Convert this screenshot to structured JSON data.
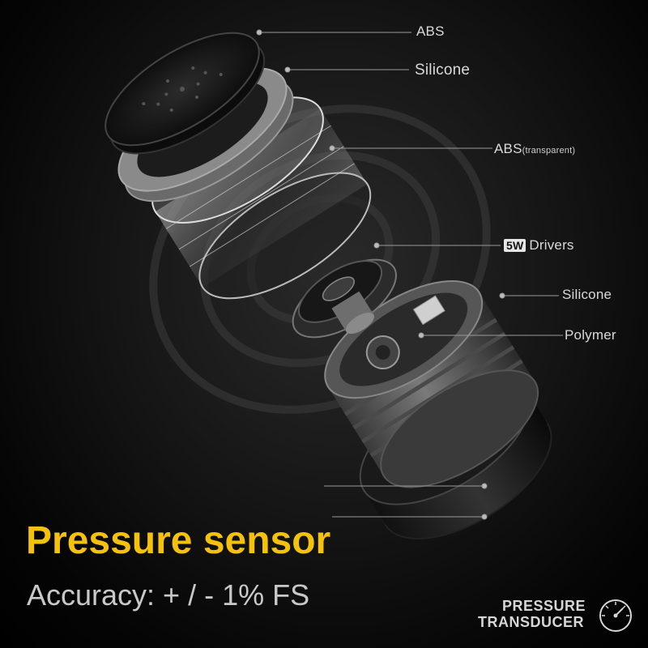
{
  "labels": {
    "abs": "ABS",
    "silicone_top": "Silicone",
    "abs_transparent_main": "ABS",
    "abs_transparent_note": "(transparent)",
    "drivers_badge": "5W",
    "drivers": "Drivers",
    "silicone_mid": "Silicone",
    "polymer": "Polymer"
  },
  "headline": "Pressure sensor",
  "subline": "Accuracy: + / - 1% FS",
  "logo": {
    "line1": "PRESSURE",
    "line2": "TRANSDUCER"
  },
  "colors": {
    "headline": "#f4c20d",
    "text": "#d9d9d9",
    "background": "#000000"
  }
}
